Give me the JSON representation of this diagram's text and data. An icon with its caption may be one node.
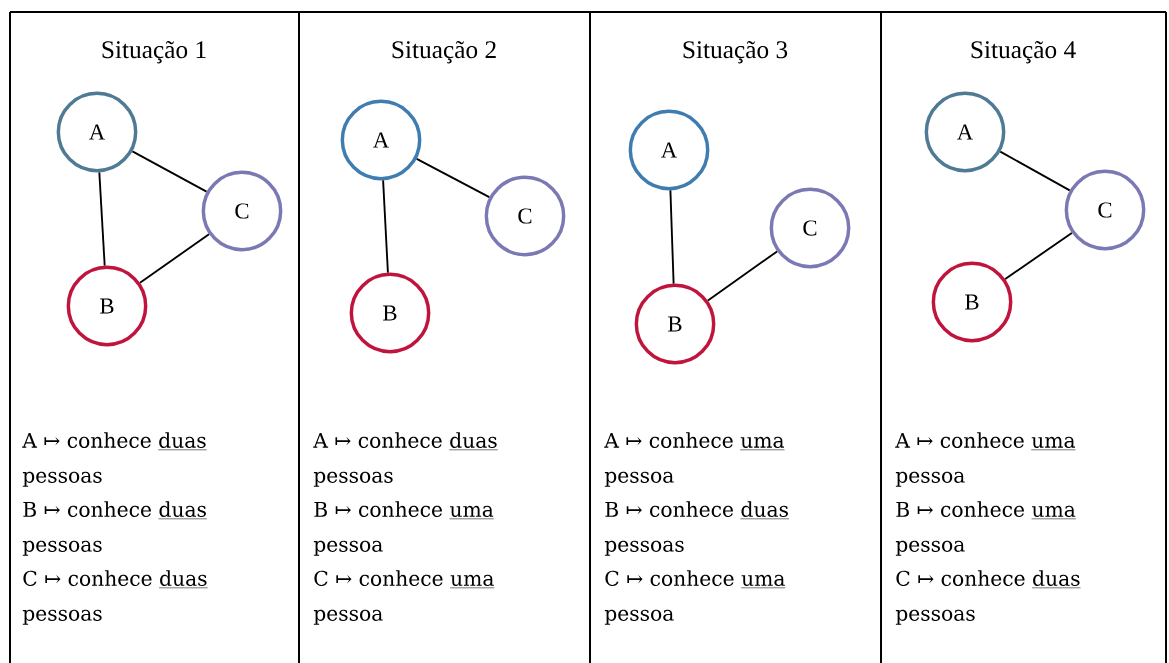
{
  "diagram": {
    "nodes": [
      {
        "text": [
          "A"
        ]
      },
      {
        "text": [
          "C"
        ]
      },
      {
        "text": [
          "B"
        ]
      },
      {
        "text": [
          "A"
        ]
      },
      {
        "text": [
          "C"
        ]
      },
      {
        "text": [
          "B"
        ]
      },
      {
        "text": [
          "A"
        ]
      },
      {
        "text": [
          "C"
        ]
      },
      {
        "text": [
          "B"
        ]
      },
      {
        "text": [
          "A"
        ]
      },
      {
        "text": [
          "C"
        ]
      },
      {
        "text": [
          "B"
        ]
      }
    ],
    "edges": [
      {
        "from": 0,
        "to": 1,
        "arrow": "none"
      },
      {
        "from": 0,
        "to": 2,
        "arrow": "none"
      },
      {
        "from": 2,
        "to": 1,
        "arrow": "none"
      },
      {
        "from": 3,
        "to": 4,
        "arrow": "none"
      },
      {
        "from": 3,
        "to": 5,
        "arrow": "none"
      },
      {
        "from": 6,
        "to": 8,
        "arrow": "none"
      },
      {
        "from": 8,
        "to": 7,
        "arrow": "none"
      },
      {
        "from": 9,
        "to": 10,
        "arrow": "none"
      },
      {
        "from": 10,
        "to": 11,
        "arrow": "none"
      }
    ],
    "labels": [
      "Situação 1",
      "A ↦ conhece",
      "duas",
      "pessoas",
      "B ↦ conhece",
      "duas",
      "pessoas",
      "C ↦ conhece",
      "duas",
      "pessoas",
      "Situação 2",
      "A ↦ conhece",
      "duas",
      "pessoas",
      "B ↦ conhece",
      "uma",
      "pessoa",
      "C ↦ conhece",
      "uma",
      "pessoa",
      "Situação 3",
      "A ↦ conhece",
      "uma",
      "pessoa",
      "B ↦ conhece",
      "duas",
      "pessoas",
      "C ↦ conhece",
      "uma",
      "pessoa",
      "Situação 4",
      "A ↦ conhece",
      "uma",
      "pessoa",
      "B ↦ conhece",
      "uma",
      "pessoa",
      "C ↦ conhece",
      "duas",
      "pessoas"
    ]
  }
}
